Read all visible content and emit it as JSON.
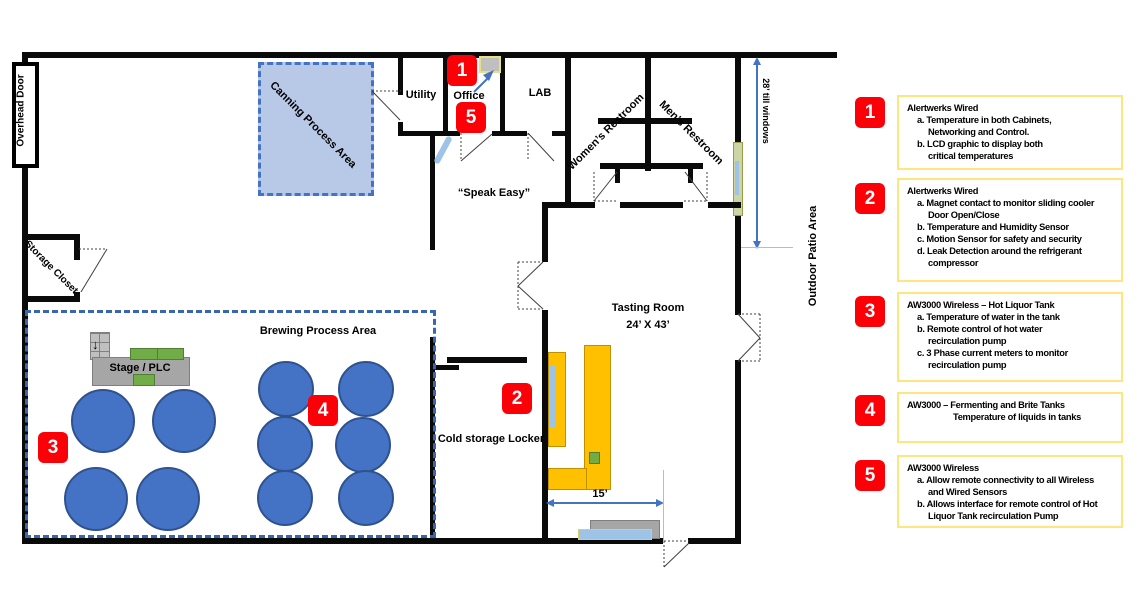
{
  "title": "Brewery floor plan with sensor placement legend",
  "colors": {
    "marker_red": "#fb0007",
    "tank_blue": "#4472c4",
    "bar_yellow": "#ffc000",
    "area_fill": "#b8c9e8",
    "dash_blue": "#3a66b0",
    "legend_border": "#ffe57e",
    "equipment_green": "#70ad47",
    "dimension_blue": "#4472c4",
    "window_blue": "#9dc3e6"
  },
  "plan": {
    "labels": {
      "overhead_door": "Overhead Door",
      "storage_closet": "Storage Closet",
      "canning": "Canning Process Area",
      "utility": "Utility",
      "office": "Office",
      "lab": "LAB",
      "womens_restroom": "Women’s Restroom",
      "mens_restroom": "Men’s Restroom",
      "speakeasy": "“Speak Easy”",
      "brewing": "Brewing Process Area",
      "stage_plc": "Stage / PLC",
      "cold_storage": "Cold storage Locker",
      "tasting_room": "Tasting Room",
      "tasting_dims": "24’ X 43’",
      "patio": "Outdoor Patio Area"
    },
    "dimensions": {
      "windows": "28’ till windows",
      "bar_width": "15’"
    },
    "markers": {
      "m1": "1",
      "m2": "2",
      "m3": "3",
      "m4": "4",
      "m5": "5"
    }
  },
  "legend": [
    {
      "num": "1",
      "title": "Alertwerks Wired",
      "lines": [
        "a. Temperature in both Cabinets,",
        "Networking and Control.",
        "b. LCD graphic to display both",
        "critical temperatures"
      ]
    },
    {
      "num": "2",
      "title": "Alertwerks Wired",
      "lines": [
        "a. Magnet contact to monitor sliding cooler",
        "Door Open/Close",
        "b. Temperature and Humidity Sensor",
        "c. Motion Sensor for safety and security",
        "d. Leak Detection around the refrigerant",
        "compressor"
      ]
    },
    {
      "num": "3",
      "title": "AW3000 Wireless – Hot Liquor Tank",
      "lines": [
        "a. Temperature of water in the tank",
        "b. Remote control of hot water",
        "recirculation pump",
        "c. 3 Phase current meters to monitor",
        "recirculation pump"
      ]
    },
    {
      "num": "4",
      "title": "AW3000 – Fermenting and Brite Tanks",
      "lines": [
        "Temperature of liquids in tanks"
      ]
    },
    {
      "num": "5",
      "title": "AW3000 Wireless",
      "lines": [
        "a. Allow remote connectivity to all Wireless",
        "and Wired Sensors",
        "b. Allows interface for remote control of Hot",
        "Liquor Tank recirculation Pump"
      ]
    }
  ]
}
